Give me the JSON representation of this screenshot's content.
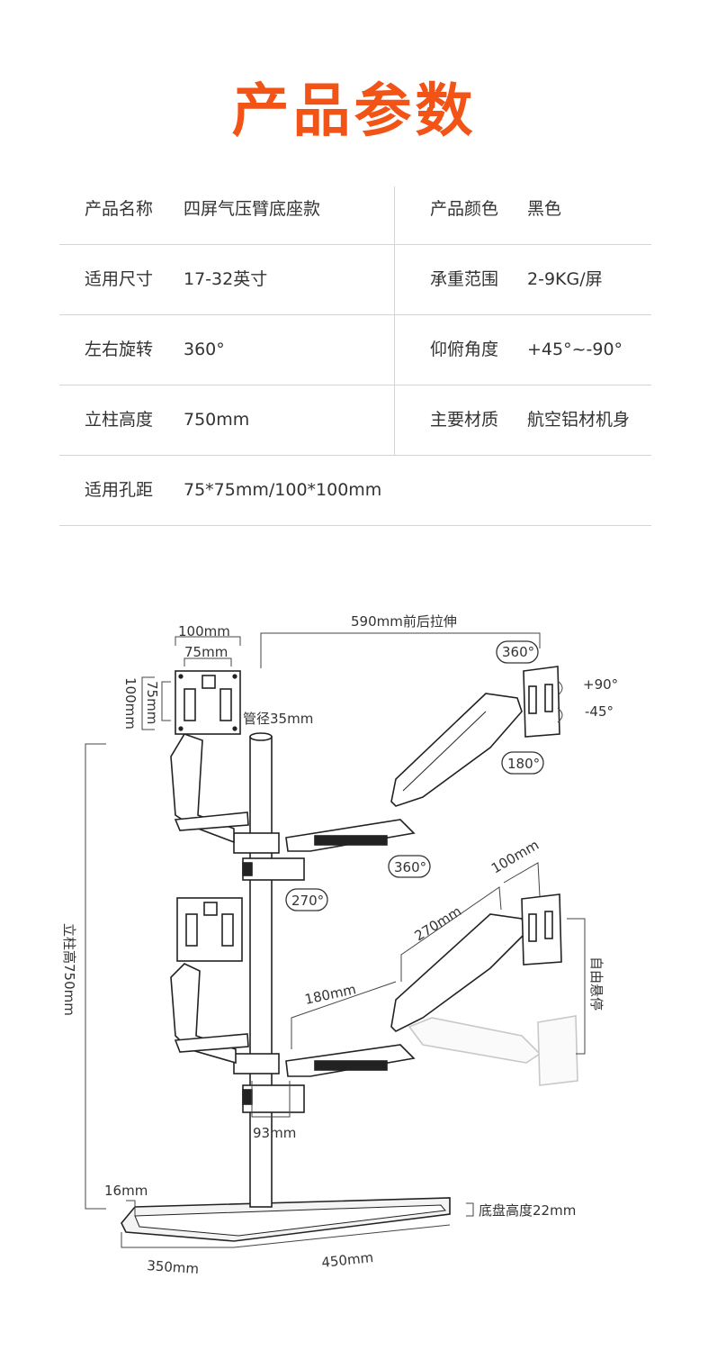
{
  "title": "产品参数",
  "specs": [
    {
      "label": "产品名称",
      "value": "四屏气压臂底座款"
    },
    {
      "label": "产品颜色",
      "value": "黑色"
    },
    {
      "label": "适用尺寸",
      "value": "17-32英寸"
    },
    {
      "label": "承重范围",
      "value": "2-9KG/屏"
    },
    {
      "label": "左右旋转",
      "value": "360°"
    },
    {
      "label": "仰俯角度",
      "value": "+45°~-90°"
    },
    {
      "label": "立柱高度",
      "value": "750mm"
    },
    {
      "label": "主要材质",
      "value": "航空铝材机身"
    },
    {
      "label": "适用孔距",
      "value": "75*75mm/100*100mm"
    }
  ],
  "diagram": {
    "vesa_100_h": "100mm",
    "vesa_75_h": "75mm",
    "vesa_100_v": "100mm",
    "vesa_75_v": "75mm",
    "tube": "管径35mm",
    "reach": "590mm前后拉伸",
    "rot_top": "360°",
    "tilt_up": "+90°",
    "tilt_down": "-45°",
    "rot_180": "180°",
    "rot_mid": "360°",
    "rot_270": "270°",
    "len_100": "100mm",
    "len_270": "270mm",
    "len_180": "180mm",
    "free": "自由悬停",
    "pole_height": "立柱高750mm",
    "clamp": "93mm",
    "base_top": "16mm",
    "base_height": "底盘高度22mm",
    "base_depth": "350mm",
    "base_width": "450mm"
  }
}
